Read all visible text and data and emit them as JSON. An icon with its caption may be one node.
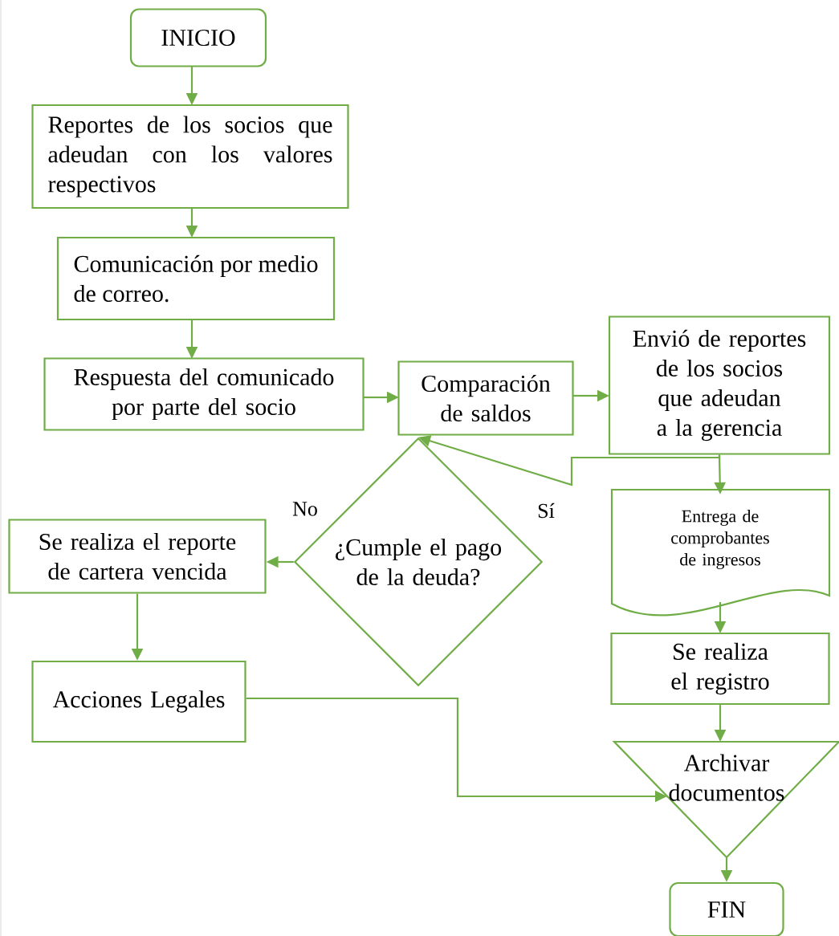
{
  "diagram": {
    "nodes": [
      {
        "text": [
          "INICIO"
        ]
      },
      {
        "text": [
          "Reportes de los socios que adeudan con los valores respectivos"
        ]
      },
      {
        "text": [
          "Comunicación por medio de correo."
        ]
      },
      {
        "text": [
          "Respuesta del comunicado por parte del socio"
        ]
      },
      {
        "text": [
          "Comparación de saldos"
        ]
      },
      {
        "text": [
          "Envió de reportes de los socios que adeudan a la gerencia"
        ]
      },
      {
        "text": [
          "¿Cumple el pago de la deuda?"
        ]
      },
      {
        "text": [
          "Se realiza el reporte de cartera vencida"
        ]
      },
      {
        "text": [
          "Entrega de comprobantes de ingresos"
        ]
      },
      {
        "text": [
          "Se realiza el registro"
        ]
      },
      {
        "text": [
          "Acciones Legales"
        ]
      },
      {
        "text": [
          "Archivar documentos"
        ]
      },
      {
        "text": [
          "FIN"
        ]
      }
    ],
    "edges": [
      {
        "from": 0,
        "to": 1,
        "arrow": "to"
      },
      {
        "from": 1,
        "to": 2,
        "arrow": "to"
      },
      {
        "from": 2,
        "to": 3,
        "arrow": "to"
      },
      {
        "from": 3,
        "to": 4,
        "arrow": "to"
      },
      {
        "from": 4,
        "to": 5,
        "arrow": "to"
      },
      {
        "from": 5,
        "to": 6,
        "arrow": "to"
      },
      {
        "from": 5,
        "to": 8,
        "arrow": "to"
      },
      {
        "from": 6,
        "to": 7,
        "arrow": "to"
      },
      {
        "from": 7,
        "to": 10,
        "arrow": "to"
      },
      {
        "from": 8,
        "to": 9,
        "arrow": "to"
      },
      {
        "from": 9,
        "to": 11,
        "arrow": "to"
      },
      {
        "from": 10,
        "to": 11,
        "arrow": "to"
      },
      {
        "from": 11,
        "to": 12,
        "arrow": "to"
      }
    ],
    "labels": [
      "No",
      "Sí"
    ]
  }
}
